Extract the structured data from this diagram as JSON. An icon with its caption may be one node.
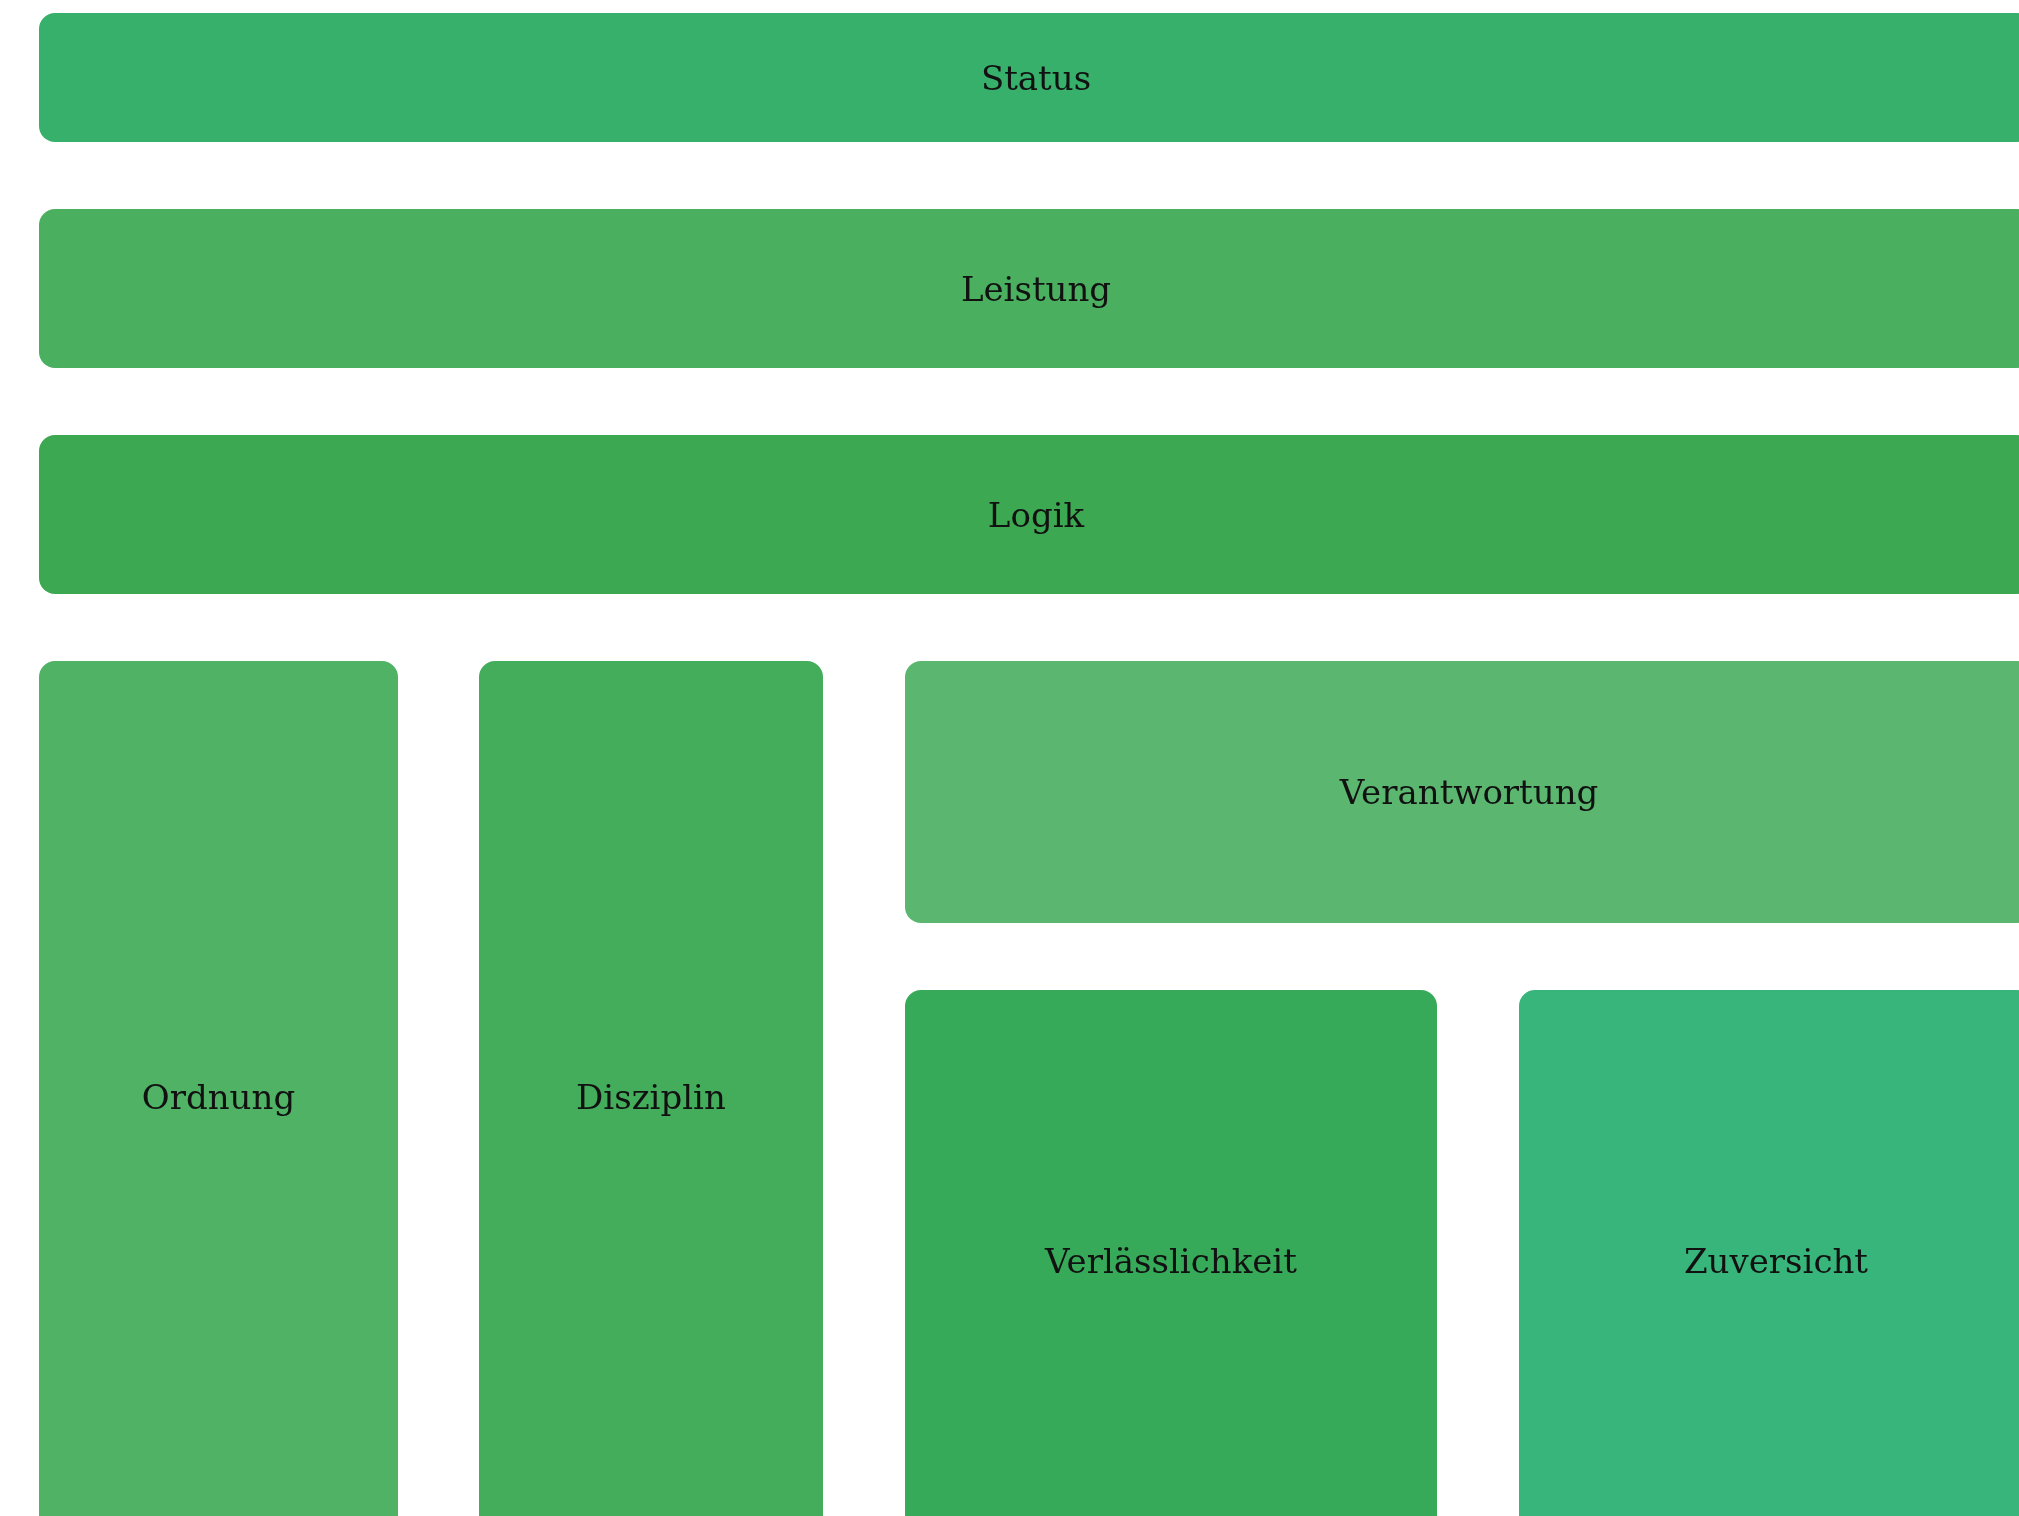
{
  "diagram": {
    "nodes": [
      {
        "text": [
          "Status"
        ]
      },
      {
        "text": [
          "Leistung"
        ]
      },
      {
        "text": [
          "Logik"
        ]
      },
      {
        "text": [
          "Ordnung"
        ]
      },
      {
        "text": [
          "Disziplin"
        ]
      },
      {
        "text": [
          "Verantwortung"
        ]
      },
      {
        "text": [
          "Verlässlichkeit"
        ]
      },
      {
        "text": [
          "Zuversicht"
        ]
      }
    ]
  }
}
